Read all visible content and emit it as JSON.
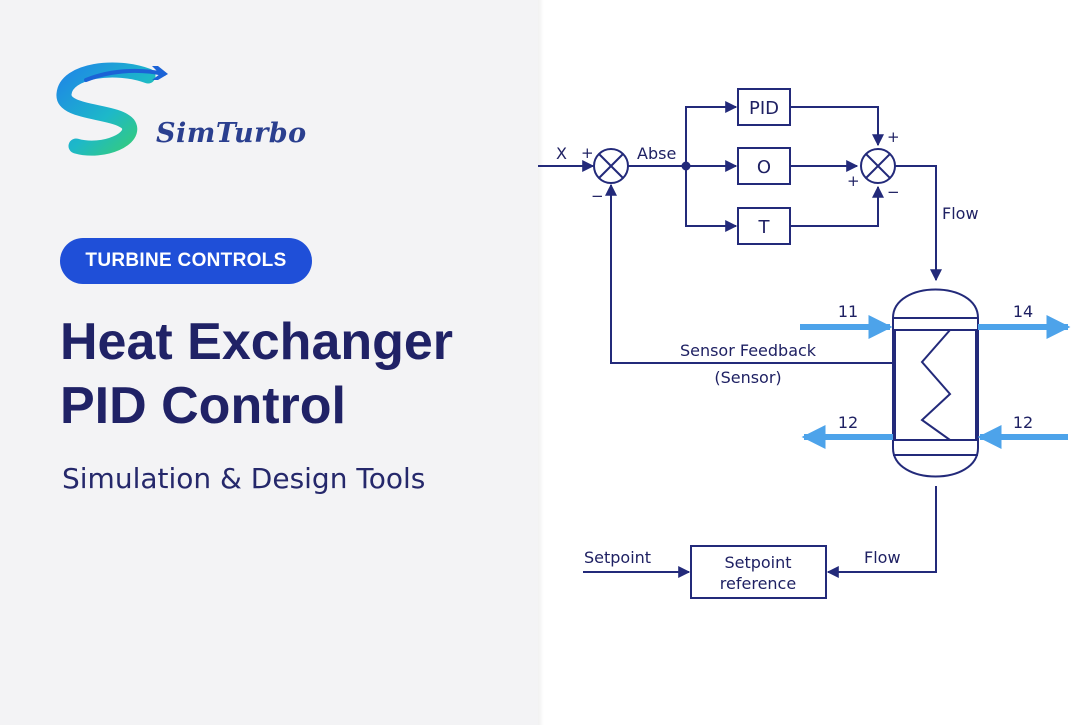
{
  "brand": {
    "name": "SimTurbo",
    "colors": {
      "primary": "#1f4fd8",
      "navy": "#202266",
      "line": "#232a7a",
      "stream": "#4da3ea"
    }
  },
  "badge": {
    "label": "TURBINE CONTROLS"
  },
  "headline": {
    "line1": "Heat Exchanger",
    "line2": "PID Control"
  },
  "subtitle": "Simulation & Design Tools",
  "diagram": {
    "blocks": {
      "pid": "PID",
      "o": "O",
      "t": "T",
      "setpoint_ref_line1": "Setpoint",
      "setpoint_ref_line2": "reference"
    },
    "labels": {
      "x": "X",
      "abse": "Abse",
      "flow_top": "Flow",
      "sensor_feedback": "Sensor Feedback",
      "sensor": "(Sensor)",
      "setpoint": "Setpoint",
      "flow_bottom": "Flow"
    },
    "signs": {
      "s1_plus": "+",
      "s1_minus": "−",
      "s2_plus_top": "+",
      "s2_plus_left": "+",
      "s2_minus": "−"
    },
    "streams": {
      "in_top": "11",
      "out_top": "14",
      "out_bottom": "12",
      "in_bottom": "12"
    }
  }
}
